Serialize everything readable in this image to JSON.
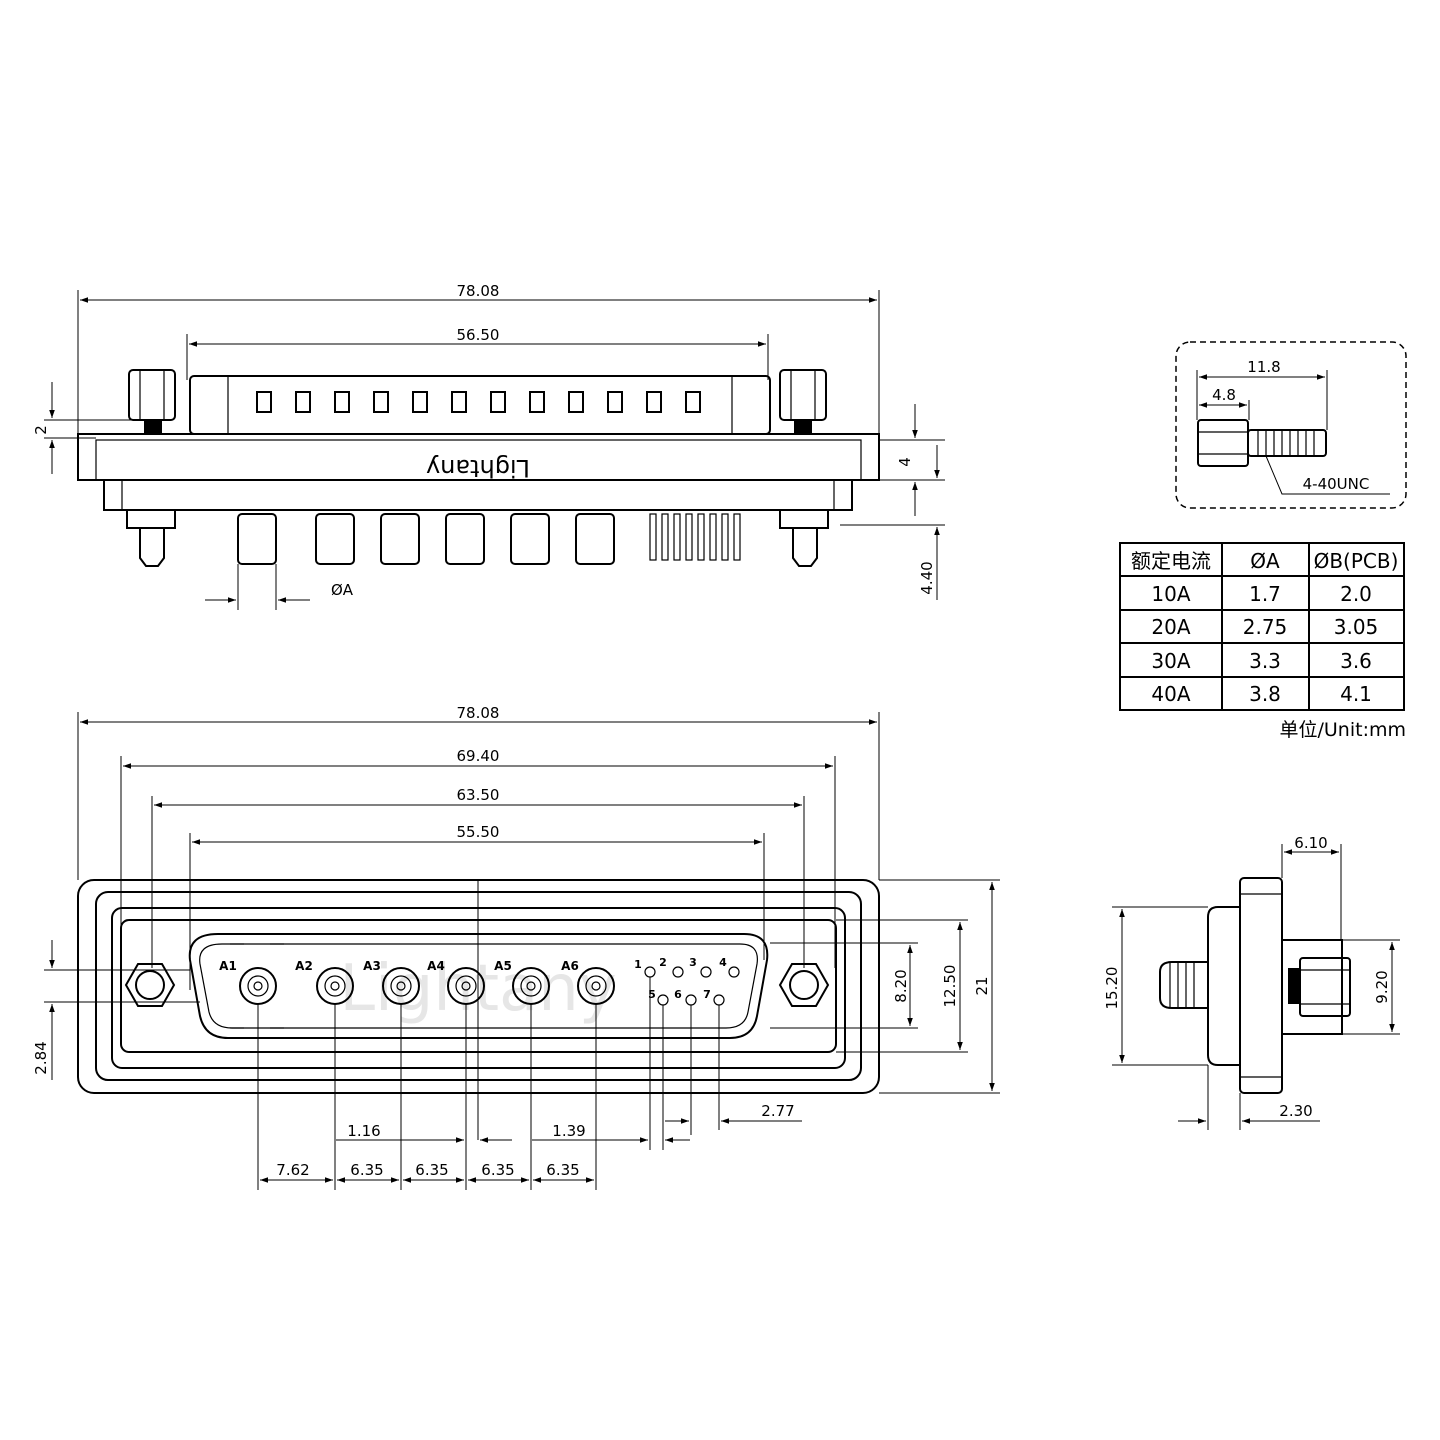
{
  "top_view": {
    "overall_width": "78.08",
    "shell_width": "56.50",
    "flange_offset": "2",
    "flange_thickness": "4",
    "pin_length": "4.40",
    "pin_diameter_label": "ØA",
    "brand_mark": "Lightany"
  },
  "front_view": {
    "overall_width": "78.08",
    "shell_outer_width": "69.40",
    "mount_hole_pitch": "63.50",
    "d_shell_width": "55.50",
    "pin_row_height": "8.20",
    "d_shell_height": "12.50",
    "overall_height": "21",
    "center_offset": "2.84",
    "power_pin_labels": [
      "A1",
      "A2",
      "A3",
      "A4",
      "A5",
      "A6"
    ],
    "signal_pin_labels": [
      "1",
      "2",
      "3",
      "4",
      "5",
      "6",
      "7"
    ],
    "dim_row1": [
      "1.16",
      "1.39",
      "2.77"
    ],
    "dim_row2": [
      "7.62",
      "6.35",
      "6.35",
      "6.35",
      "6.35"
    ],
    "watermark": "Lightany"
  },
  "side_view": {
    "top_dim": "6.10",
    "height": "15.20",
    "screw_height": "9.20",
    "flange_dim": "2.30"
  },
  "screw_detail": {
    "total_length": "11.8",
    "hex_length": "4.8",
    "thread_label": "4-40UNC"
  },
  "spec_table": {
    "headers": [
      "额定电流",
      "ØA",
      "ØB(PCB)"
    ],
    "rows": [
      [
        "10A",
        "1.7",
        "2.0"
      ],
      [
        "20A",
        "2.75",
        "3.05"
      ],
      [
        "30A",
        "3.3",
        "3.6"
      ],
      [
        "40A",
        "3.8",
        "4.1"
      ]
    ],
    "unit_note": "单位/Unit:mm"
  }
}
